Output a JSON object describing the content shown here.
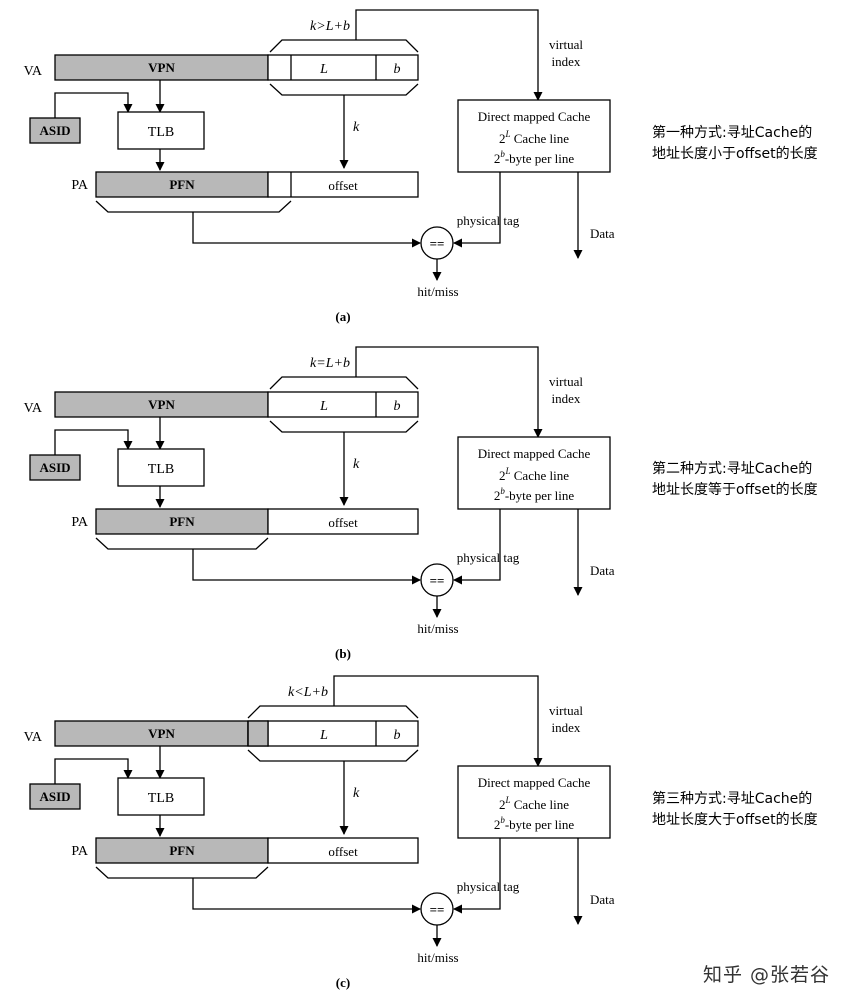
{
  "panels": [
    {
      "id": "a",
      "index_label": "k>L+b",
      "caption": "(a)",
      "note_line1": "第一种方式:寻址Cache的",
      "note_line2": "地址长度小于offset的长度"
    },
    {
      "id": "b",
      "index_label": "k=L+b",
      "caption": "(b)",
      "note_line1": "第二种方式:寻址Cache的",
      "note_line2": "地址长度等于offset的长度"
    },
    {
      "id": "c",
      "index_label": "k<L+b",
      "caption": "(c)",
      "note_line1": "第三种方式:寻址Cache的",
      "note_line2": "地址长度大于offset的长度"
    }
  ],
  "labels": {
    "va": "VA",
    "vpn": "VPN",
    "l": "L",
    "b": "b",
    "asid": "ASID",
    "tlb": "TLB",
    "k": "k",
    "pa": "PA",
    "pfn": "PFN",
    "offset": "offset",
    "virtual": "virtual",
    "index": "index",
    "cache_line1": "Direct mapped Cache",
    "cache_line2_base": "2",
    "cache_line2_sup": "L",
    "cache_line2_rest": " Cache line",
    "cache_line3_base": "2",
    "cache_line3_sup": "b",
    "cache_line3_rest": "-byte per line",
    "physical_tag": "physical tag",
    "compare": "==",
    "data": "Data",
    "hit_miss": "hit/miss"
  },
  "colors": {
    "shaded_field": "#b8b8b8",
    "line": "#000000"
  },
  "watermark": "知乎 @张若谷"
}
